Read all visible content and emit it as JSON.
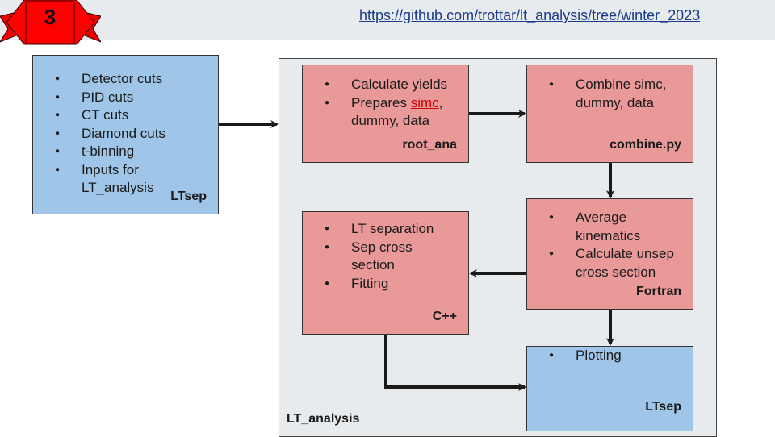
{
  "link": "https://github.com/trottar/lt_analysis/tree/winter_2023",
  "badge": "3",
  "ltsep_box": {
    "items": [
      "Detector cuts",
      "PID cuts",
      "CT cuts",
      "Diamond cuts",
      "t-binning",
      "Inputs for LT_analysis"
    ],
    "tag": "LTsep"
  },
  "panel_tag": "LT_analysis",
  "root_ana": {
    "item1": "Calculate yields",
    "item2_pre": "Prepares ",
    "item2_simc": "simc",
    "item2_post": ", dummy, data",
    "tag": "root_ana"
  },
  "combine": {
    "items": [
      "Combine simc, dummy, data"
    ],
    "tag": "combine.py"
  },
  "cpp": {
    "items": [
      "LT separation",
      "Sep cross section",
      "Fitting"
    ],
    "tag": "C++"
  },
  "fortran": {
    "items": [
      "Average kinematics",
      "Calculate unsep cross section"
    ],
    "tag": "Fortran"
  },
  "plot": {
    "items": [
      "Plotting"
    ],
    "tag": "LTsep"
  },
  "colors": {
    "blue": "#9fc5e8",
    "red": "#ea9999",
    "banner": "#ff0000",
    "panel": "#e8ebed"
  }
}
